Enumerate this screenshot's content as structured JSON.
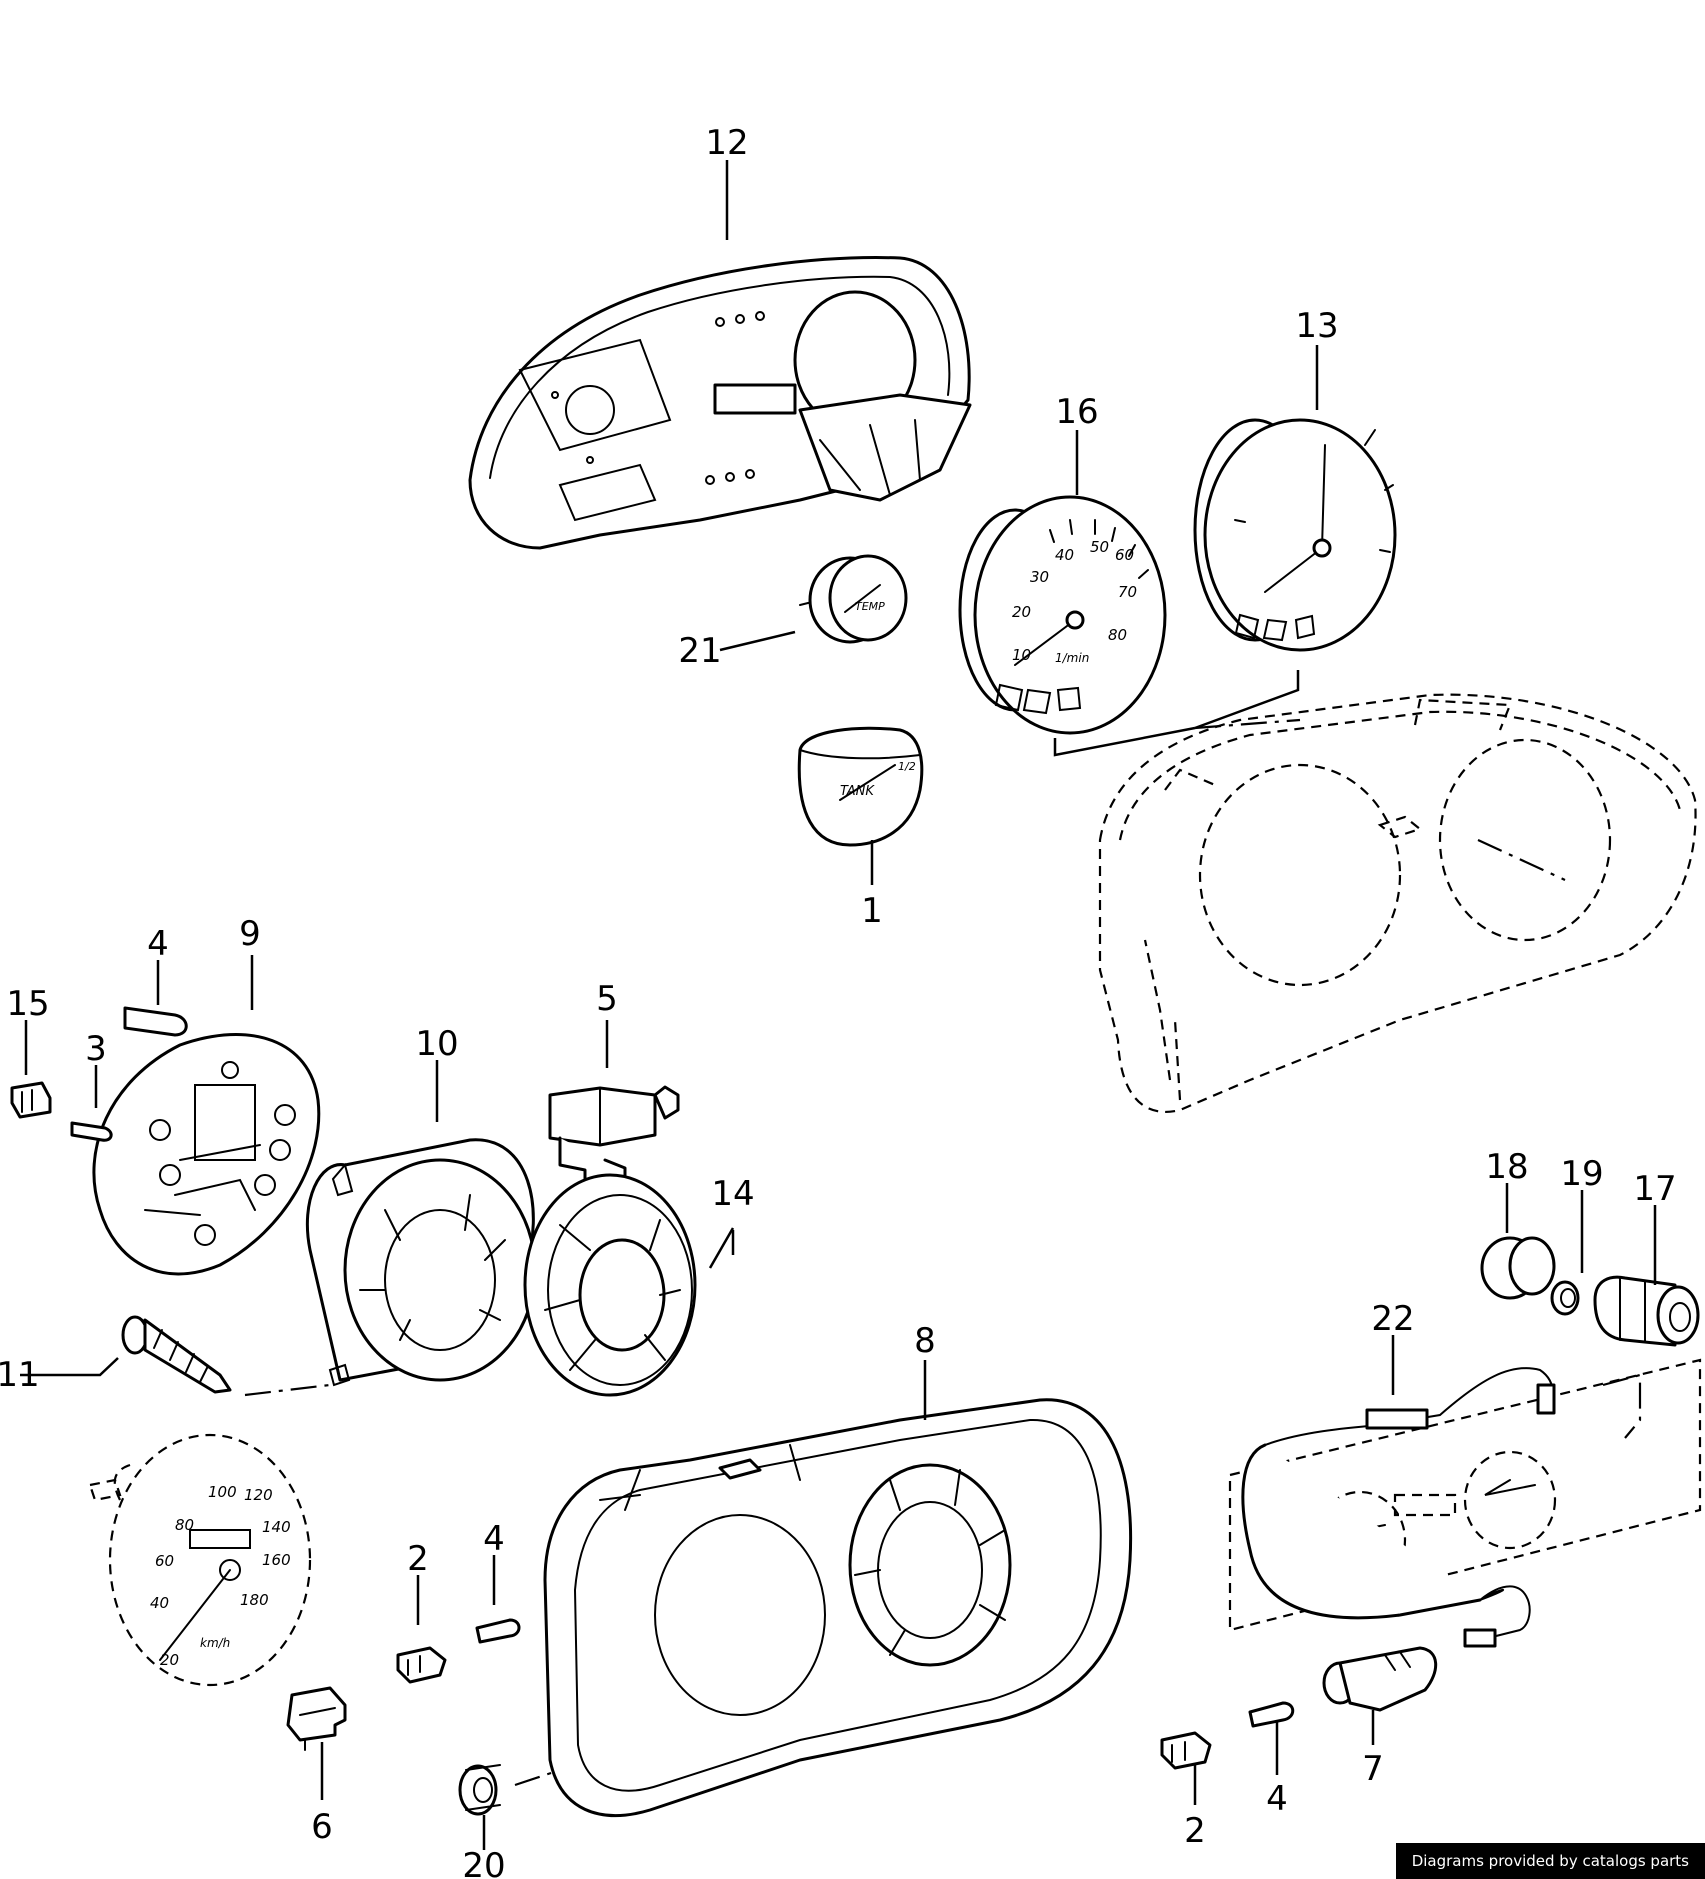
{
  "callouts": [
    {
      "id": "12",
      "label": "12"
    },
    {
      "id": "13",
      "label": "13"
    },
    {
      "id": "16",
      "label": "16"
    },
    {
      "id": "21",
      "label": "21"
    },
    {
      "id": "1",
      "label": "1"
    },
    {
      "id": "4a",
      "label": "4"
    },
    {
      "id": "9",
      "label": "9"
    },
    {
      "id": "15",
      "label": "15"
    },
    {
      "id": "3",
      "label": "3"
    },
    {
      "id": "10",
      "label": "10"
    },
    {
      "id": "5",
      "label": "5"
    },
    {
      "id": "14",
      "label": "14"
    },
    {
      "id": "11",
      "label": "11"
    },
    {
      "id": "8",
      "label": "8"
    },
    {
      "id": "18",
      "label": "18"
    },
    {
      "id": "19",
      "label": "19"
    },
    {
      "id": "17",
      "label": "17"
    },
    {
      "id": "22",
      "label": "22"
    },
    {
      "id": "2a",
      "label": "2"
    },
    {
      "id": "4b",
      "label": "4"
    },
    {
      "id": "6",
      "label": "6"
    },
    {
      "id": "20",
      "label": "20"
    },
    {
      "id": "2b",
      "label": "2"
    },
    {
      "id": "4c",
      "label": "4"
    },
    {
      "id": "7",
      "label": "7"
    }
  ],
  "dial_text": {
    "tach_unit": "1/min",
    "tach_numbers": [
      "10",
      "20",
      "30",
      "40",
      "50",
      "60",
      "70",
      "80"
    ],
    "speedo_unit": "km/h",
    "speedo_numbers": [
      "20",
      "40",
      "60",
      "80",
      "100",
      "120",
      "140",
      "160",
      "180"
    ],
    "temp_label": "TEMP",
    "fuel_label": "TANK",
    "fuel_half": "1/2"
  },
  "footer": {
    "credit": "Diagrams provided by catalogs parts"
  }
}
